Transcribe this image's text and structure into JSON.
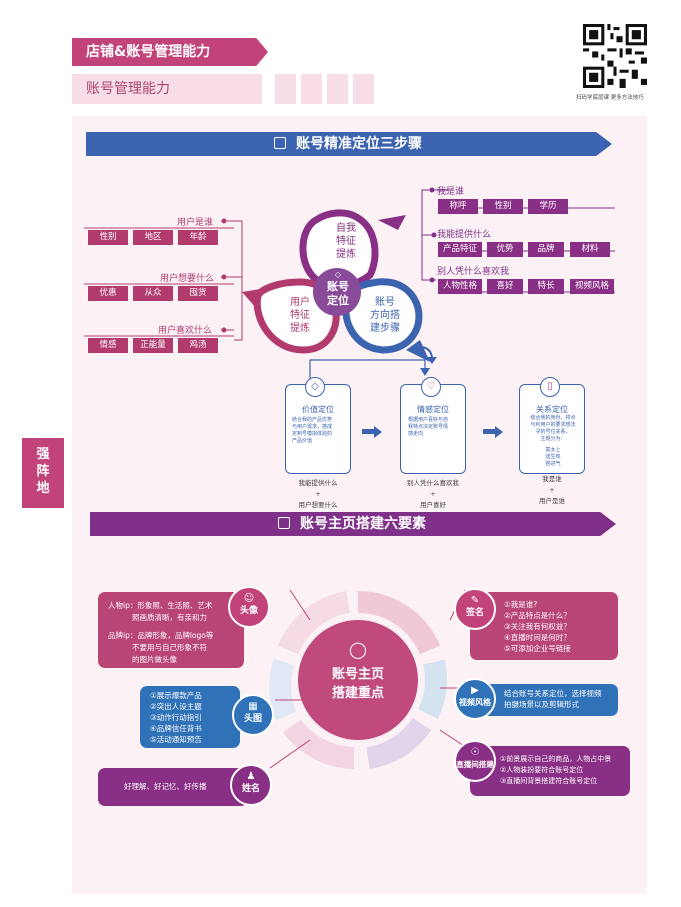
{
  "header": {
    "title": "店铺&账号管理能力",
    "subtitle": "账号管理能力"
  },
  "qr": {
    "caption": "扫码学底层课 更多方法技巧"
  },
  "side_tab": {
    "chars": [
      "强",
      "阵",
      "地"
    ]
  },
  "section1": {
    "title": "账号精准定位三步骤",
    "left_groups": [
      {
        "label": "用户是谁",
        "tags": [
          "性别",
          "地区",
          "年龄"
        ]
      },
      {
        "label": "用户想要什么",
        "tags": [
          "优惠",
          "从众",
          "囤货"
        ]
      },
      {
        "label": "用户喜欢什么",
        "tags": [
          "情感",
          "正能量",
          "鸡汤"
        ]
      }
    ],
    "right_groups": [
      {
        "label": "我是谁",
        "tags": [
          "称呼",
          "性别",
          "学历"
        ]
      },
      {
        "label": "我能提供什么",
        "tags": [
          "产品特征",
          "优势",
          "品牌",
          "材料"
        ]
      },
      {
        "label": "别人凭什么喜欢我",
        "tags": [
          "人物性格",
          "喜好",
          "特长",
          "视频风格"
        ]
      }
    ],
    "petals": {
      "self": [
        "自我",
        "特征",
        "提炼"
      ],
      "user": [
        "用户",
        "特征",
        "提炼"
      ],
      "direction": [
        "账号",
        "方向搭",
        "建步骤"
      ],
      "center": [
        "账号",
        "定位"
      ]
    },
    "cards": [
      {
        "title": "价值定位",
        "body": [
          "结合我的产品优势",
          "与用户需求，搭成",
          "定制号模拟体验的",
          "产品价值"
        ],
        "foot": [
          "我能提供什么",
          "+",
          "用户想要什么"
        ]
      },
      {
        "title": "情感定位",
        "body": [
          "根据用户喜好与自",
          "我特点决定账号情",
          "感走向"
        ],
        "foot": [
          "别人凭什么喜欢我",
          "+",
          "用户喜好"
        ]
      },
      {
        "title": "关系定位",
        "body": [
          "结合我的身份，将点",
          "与利用户的要求想法",
          "寻的号位关系，",
          "主题分为：",
          "",
          "富太上",
          "送生热",
          "搭进气"
        ],
        "foot": [
          "我是谁",
          "+",
          "用户是谁"
        ]
      }
    ]
  },
  "section2": {
    "title": "账号主页搭建六要素",
    "hub": [
      "账号主页",
      "搭建重点"
    ],
    "items": {
      "avatar": {
        "name": "头像",
        "lines": [
          "人物ip：形象照、生活照、艺术",
          "照画质清晰，有亲和力",
          "",
          "品牌ip：品牌形象，品牌logo等",
          "不要用与自己形象不符",
          "的图片做头像"
        ]
      },
      "cover": {
        "name": "头图",
        "lines": [
          "①展示爆款产品",
          "②突出人设主题",
          "③动作行动指引",
          "④品牌信任背书",
          "⑤活动通知预告"
        ]
      },
      "nickname": {
        "name": "姓名",
        "lines": [
          "好理解、好记忆、好传播"
        ]
      },
      "signature": {
        "name": "签名",
        "lines": [
          "①我是谁?",
          "②产品特点是什么？",
          "③关注我有何权益？",
          "④直播时间是何时？",
          "⑤可添加企业号链接"
        ]
      },
      "video": {
        "name": "视频风格",
        "lines": [
          "结合账号关系定位，选择视频",
          "拍摄场景以及剪辑形式"
        ]
      },
      "live": {
        "name": "直播间搭建",
        "lines": [
          "①前景展示自己的商品，人物占中景",
          "②人物装扮要符合账号定位",
          "③直播间背景搭建符合账号定位"
        ]
      }
    }
  }
}
